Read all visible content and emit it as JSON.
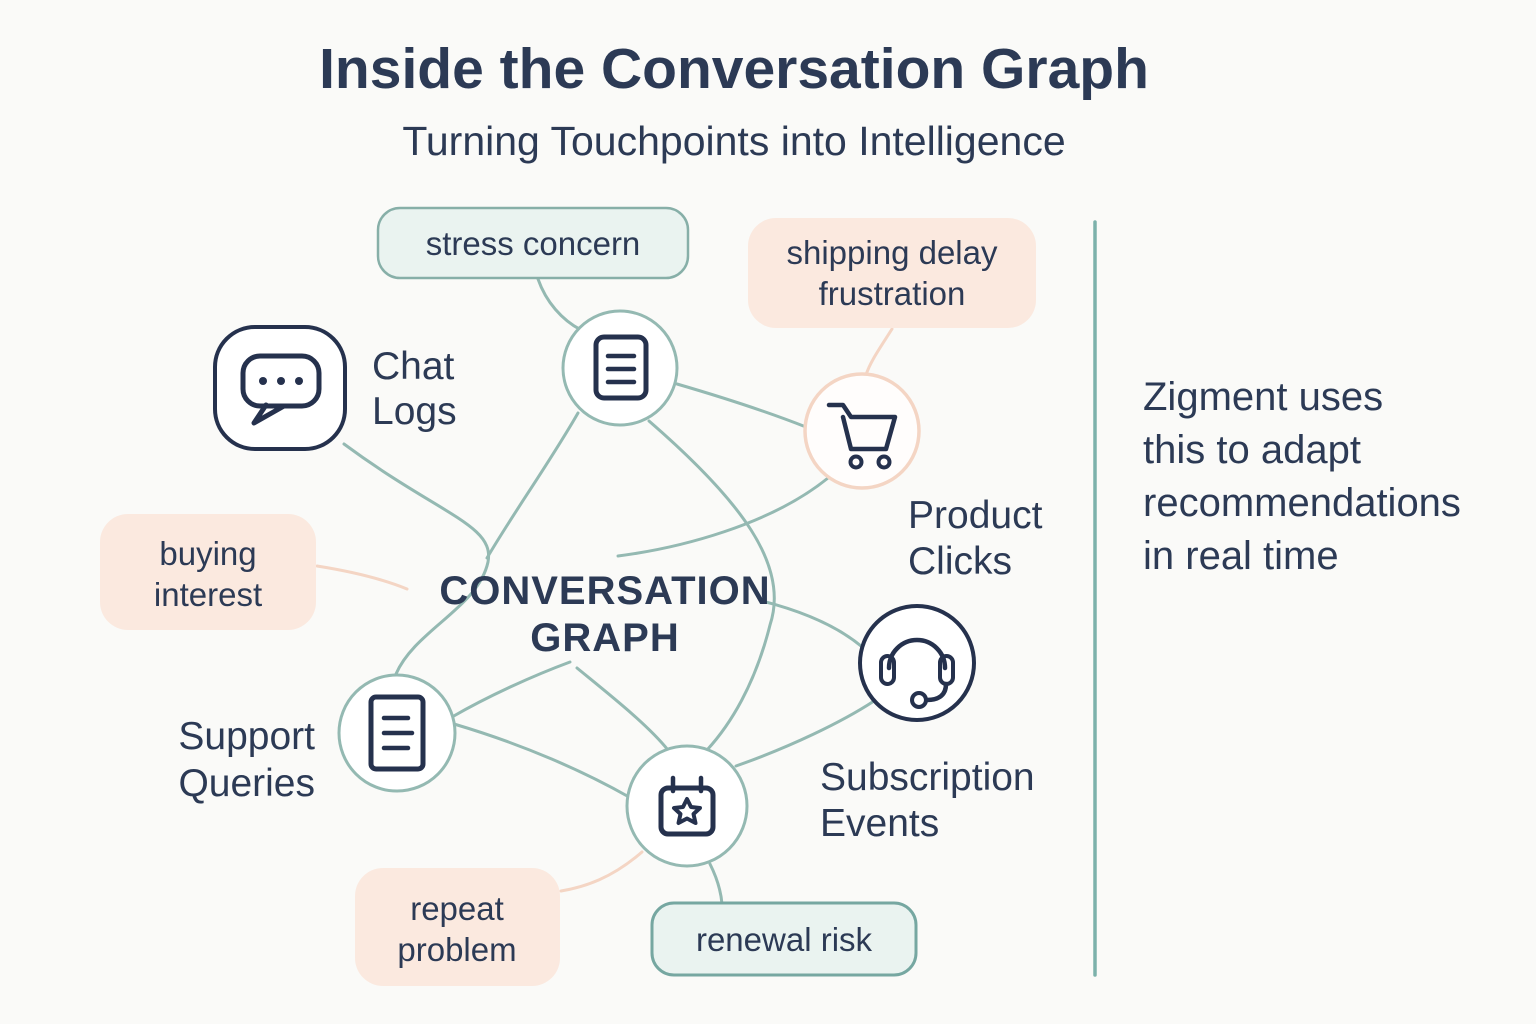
{
  "header": {
    "title": "Inside the Conversation Graph",
    "subtitle": "Turning Touchpoints into Intelligence"
  },
  "center_node": {
    "line1": "CONVERSATION",
    "line2": "GRAPH"
  },
  "nodes": {
    "chat_logs": {
      "line1": "Chat",
      "line2": "Logs",
      "icon": "chat-bubble-icon"
    },
    "stress_document": {
      "icon": "document-icon"
    },
    "product_clicks": {
      "line1": "Product",
      "line2": "Clicks",
      "icon": "shopping-cart-icon"
    },
    "subscription_events": {
      "line1": "Subscription",
      "line2": "Events",
      "icon": "headset-icon"
    },
    "support_queries": {
      "line1": "Support",
      "line2": "Queries",
      "icon": "document-icon"
    },
    "renewal_calendar": {
      "icon": "calendar-star-icon"
    }
  },
  "tags": {
    "stress_concern": {
      "label": "stress concern",
      "style": "mint"
    },
    "shipping_delay": {
      "line1": "shipping delay",
      "line2": "frustration",
      "style": "peach"
    },
    "buying_interest": {
      "line1": "buying",
      "line2": "interest",
      "style": "peach"
    },
    "repeat_problem": {
      "line1": "repeat",
      "line2": "problem",
      "style": "peach"
    },
    "renewal_risk": {
      "label": "renewal risk",
      "style": "mint"
    }
  },
  "annotation": {
    "line1": "Zigment uses",
    "line2": "this to adapt",
    "line3": "recommendations",
    "line4": "in real time"
  },
  "colors": {
    "navy_text": "#2c3a55",
    "icon_navy": "#25314d",
    "teal_edge": "#94b9b2",
    "mint_fill": "#eaf3f0",
    "mint_border": "#87afa8",
    "peach_fill": "#fbe9df",
    "peach_edge": "#f4d5c4",
    "divider": "#7cb1ab",
    "background": "#fafaf8"
  }
}
